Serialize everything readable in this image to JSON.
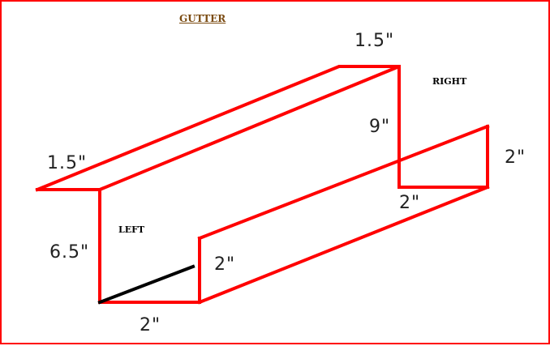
{
  "title": "GUTTER",
  "labels": {
    "left": "LEFT",
    "right": "RIGHT"
  },
  "dimensions": {
    "top_back_flange": "1.5\"",
    "top_front_flange": "1.5\"",
    "back_height": "9\"",
    "right_return_height": "2\"",
    "right_return_width": "2\"",
    "front_height": "6.5\"",
    "bottom_width": "2\"",
    "lip_height": "2\""
  },
  "colors": {
    "outline": "#ff0000",
    "edge_line": "#000000",
    "title": "#7a4a10",
    "border": "#ff0000"
  }
}
